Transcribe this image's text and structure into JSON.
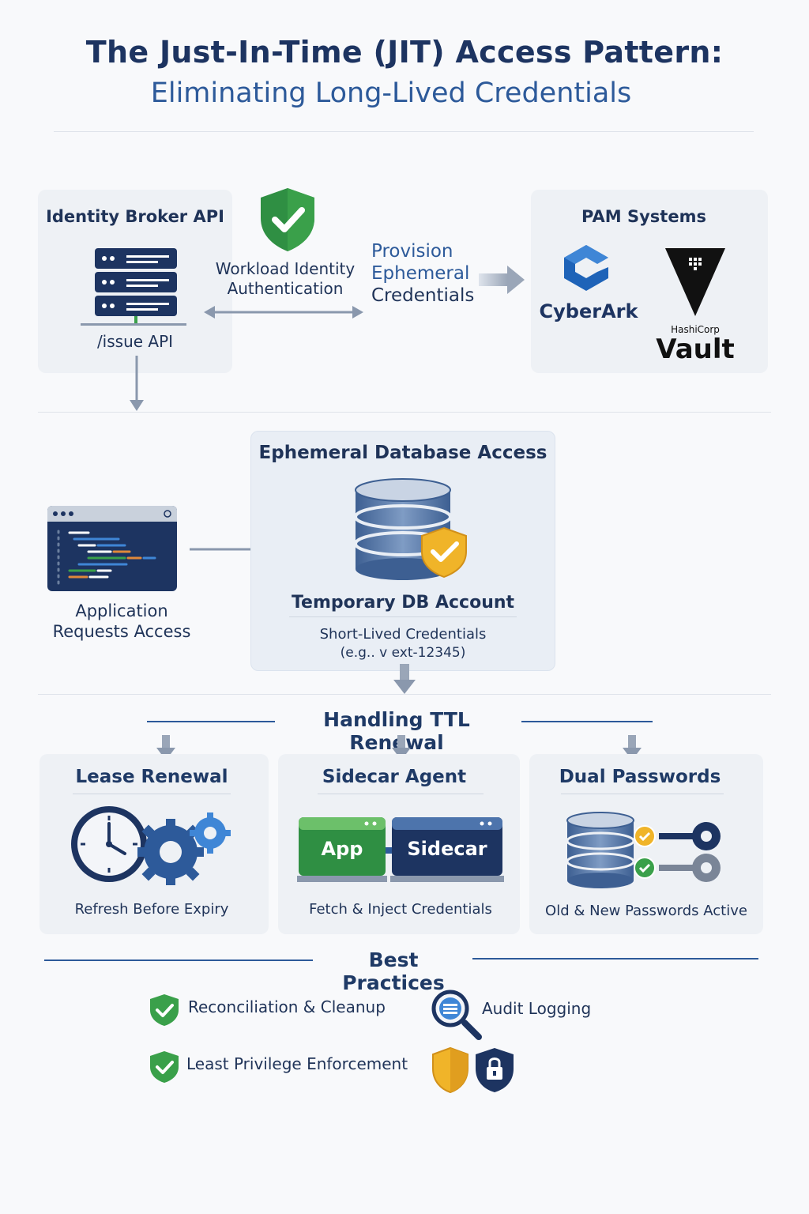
{
  "title": {
    "main": "The Just-In-Time (JIT) Access Pattern:",
    "sub": "Eliminating Long-Lived Credentials"
  },
  "top": {
    "broker": {
      "title": "Identity Broker API",
      "api": "/issue API"
    },
    "auth_label": "Workload Identity\nAuthentication",
    "provision_label_1": "Provision",
    "provision_label_2": "Ephemeral",
    "provision_label_3": "Credentials",
    "pam": {
      "title": "PAM Systems",
      "cyberark": "CyberArk",
      "hashicorp": "HashiCorp",
      "vault": "Vault"
    }
  },
  "middle": {
    "app_label": "Application\nRequests Access",
    "db_panel": {
      "title": "Ephemeral Database Access",
      "account": "Temporary DB Account",
      "creds": "Short-Lived Credentials",
      "example": "(e.g.. v ext-12345)"
    }
  },
  "renewal": {
    "heading": "Handling TTL Renewal",
    "cards": [
      {
        "title": "Lease Renewal",
        "caption": "Refresh Before Expiry"
      },
      {
        "title": "Sidecar Agent",
        "caption": "Fetch & Inject Credentials",
        "app": "App",
        "sidecar": "Sidecar"
      },
      {
        "title": "Dual Passwords",
        "caption": "Old & New Passwords Active"
      }
    ]
  },
  "best_practices": {
    "heading": "Best Practices",
    "items": [
      "Reconciliation & Cleanup",
      "Audit Logging",
      "Least Privilege Enforcement"
    ]
  },
  "colors": {
    "navy": "#1d3461",
    "blue": "#2d5a9a",
    "green": "#3aa04a",
    "gold": "#f0b429",
    "arrow": "#8a98ad"
  }
}
